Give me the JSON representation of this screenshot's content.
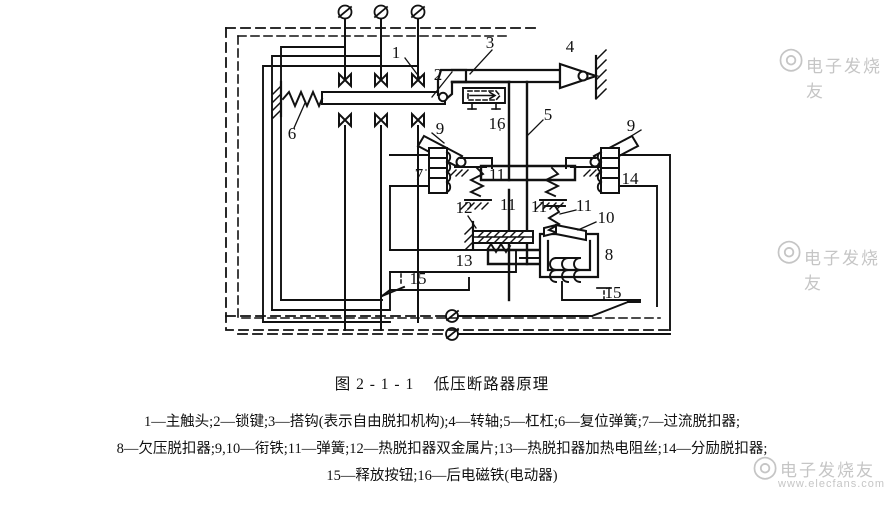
{
  "figure": {
    "title": "图 2 - 1 - 1    低压断路器原理",
    "legend_lines": [
      "1—主触头;2—锁键;3—搭钩(表示自由脱扣机构);4—转轴;5—杠杠;6—复位弹簧;7—过流脱扣器;",
      "8—欠压脱扣器;9,10—衔铁;11—弹簧;12—热脱扣器双金属片;13—热脱扣器加热电阻丝;14—分励脱扣器;",
      "15—释放按钮;16—后电磁铁(电动器)"
    ]
  },
  "labels": {
    "n1": "1",
    "n2": "2",
    "n3": "3",
    "n4": "4",
    "n5": "5",
    "n6": "6",
    "n7": "7",
    "n8": "8",
    "n9a": "9",
    "n9b": "9",
    "n10": "10",
    "n11a": "11",
    "n11b": "11",
    "n11c": "11",
    "n12": "12",
    "n13": "13",
    "n14": "14",
    "n15a": "15",
    "n15b": "15",
    "n16": "16"
  },
  "watermark": {
    "logo_glyph": "◎",
    "brand_cn": "电子发烧友",
    "url": "www.elecfans.com"
  },
  "colors": {
    "ink": "#111111",
    "paper": "#ffffff",
    "watermark": "rgba(150,150,150,0.55)"
  }
}
